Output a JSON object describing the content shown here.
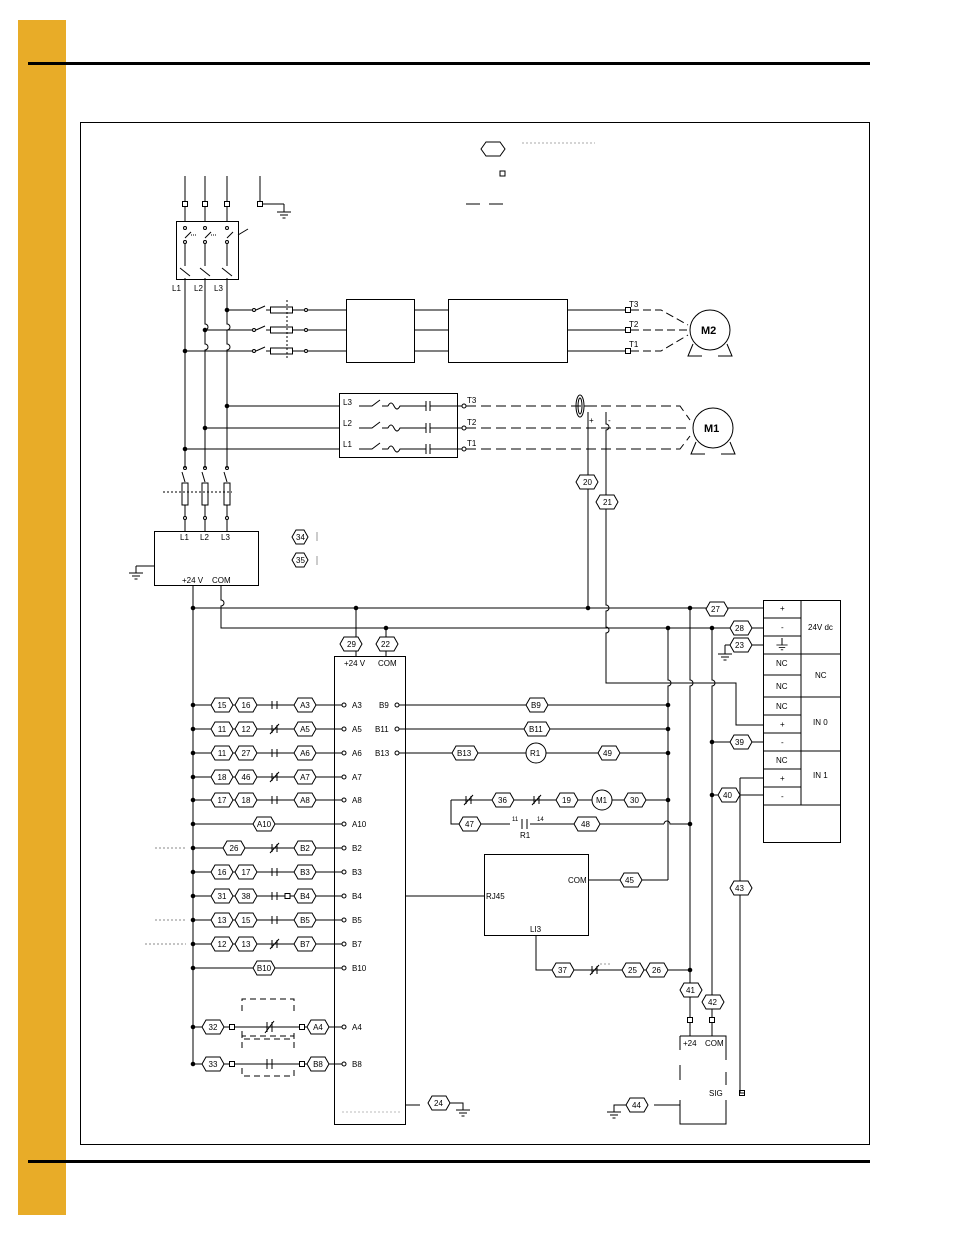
{
  "colors": {
    "sidebar": "#E8AC28",
    "line": "#000000"
  },
  "disconnect": {
    "labels": [
      "L1",
      "L2",
      "L3"
    ]
  },
  "vfd": {
    "outputs": [
      "T3",
      "T2",
      "T1"
    ]
  },
  "motors": {
    "m2": "M2",
    "m1": "M1"
  },
  "starter": {
    "lines": [
      "L3",
      "L2",
      "L1"
    ],
    "terms": [
      "T3",
      "T2",
      "T1"
    ]
  },
  "psu": {
    "inputs": [
      "L1",
      "L2",
      "L3"
    ],
    "v24": "+24 V",
    "com": "COM"
  },
  "tags_misc": [
    "34",
    "35",
    "20",
    "21",
    "27",
    "28",
    "29",
    "22",
    "23",
    "24",
    "39",
    "40",
    "43",
    "41",
    "42",
    "44"
  ],
  "plc": {
    "v24": "+24 V",
    "com": "COM"
  },
  "io_module": {
    "rows": [
      "+",
      "-",
      "NC",
      "NC",
      "NC",
      "+",
      "-",
      "NC",
      "+",
      "-"
    ],
    "groups": [
      "24V dc",
      "NC",
      "IN 0",
      "IN 1"
    ]
  },
  "rungs": [
    {
      "tags": [
        "15",
        "16"
      ],
      "dest": "A3",
      "term": "A3"
    },
    {
      "tags": [
        "11",
        "12"
      ],
      "dest": "A5",
      "term": "A5"
    },
    {
      "tags": [
        "11",
        "27"
      ],
      "dest": "A6",
      "term": "A6"
    },
    {
      "tags": [
        "18",
        "46"
      ],
      "dest": "A7",
      "term": "A7"
    },
    {
      "tags": [
        "17",
        "18"
      ],
      "dest": "A8",
      "term": "A8"
    },
    {
      "tags": [],
      "dest": "A10",
      "term": "A10"
    },
    {
      "tags": [
        "26"
      ],
      "dest": "B2",
      "term": "B2"
    },
    {
      "tags": [
        "16",
        "17"
      ],
      "dest": "B3",
      "term": "B3"
    },
    {
      "tags": [
        "31",
        "38"
      ],
      "dest": "B4",
      "term": "B4"
    },
    {
      "tags": [
        "13",
        "15"
      ],
      "dest": "B5",
      "term": "B5"
    },
    {
      "tags": [
        "12",
        "13"
      ],
      "dest": "B7",
      "term": "B7"
    },
    {
      "tags": [],
      "dest": "B10",
      "term": "B10"
    },
    {
      "tags": [
        "32"
      ],
      "dest": "A4",
      "term": "A4"
    },
    {
      "tags": [
        "33"
      ],
      "dest": "B8",
      "term": "B8"
    }
  ],
  "right_outputs": {
    "b9": {
      "term": "B9",
      "tag": "B9"
    },
    "b11": {
      "term": "B11",
      "tag": "B11"
    },
    "b13": {
      "term": "B13",
      "tag": "B13",
      "relay": "R1",
      "tag2": "49"
    }
  },
  "motor_rung": {
    "tags": [
      "36",
      "19",
      "30"
    ],
    "motor": "M1"
  },
  "seal_rung": {
    "tags": [
      "47",
      "48"
    ],
    "contact_left": "11",
    "contact_right": "14",
    "relay": "R1"
  },
  "drive2": {
    "com": "COM",
    "tag": "45",
    "rj45": "RJ45",
    "li3": "LI3"
  },
  "li3_rung": {
    "tags": [
      "37",
      "25",
      "26"
    ]
  },
  "sensor": {
    "v24": "+24",
    "com": "COM",
    "sig": "SIG"
  }
}
